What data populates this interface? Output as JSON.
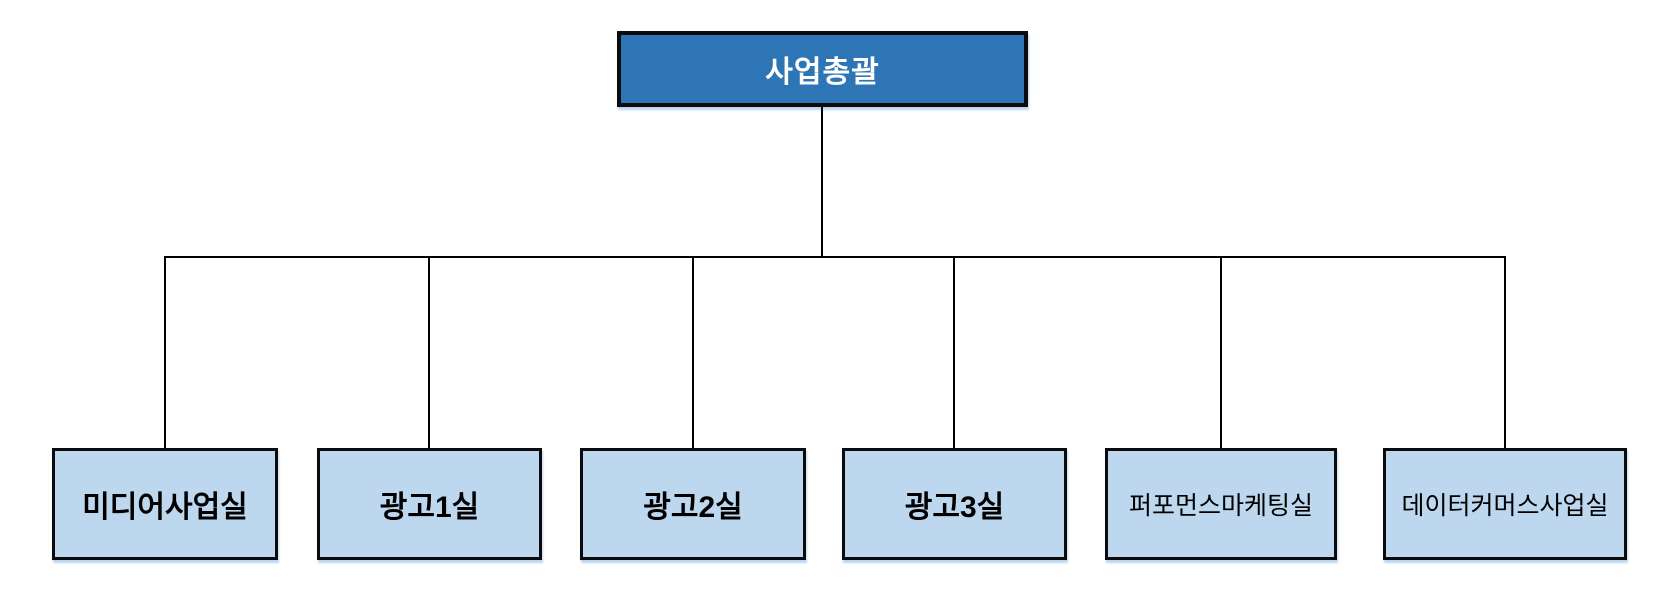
{
  "org_chart": {
    "root": {
      "label": "사업총괄"
    },
    "children": [
      {
        "label": "미디어사업실"
      },
      {
        "label": "광고1실"
      },
      {
        "label": "광고2실"
      },
      {
        "label": "광고3실"
      },
      {
        "label": "퍼포먼스마케팅실"
      },
      {
        "label": "데이터커머스사업실"
      }
    ],
    "colors": {
      "background": "#FFFFFF",
      "root_fill": "#2E75B6",
      "root_text": "#FFFFFF",
      "child_fill": "#BDD7EE",
      "child_text": "#000000",
      "border": "#0B0B0D",
      "line": "#000000"
    }
  }
}
